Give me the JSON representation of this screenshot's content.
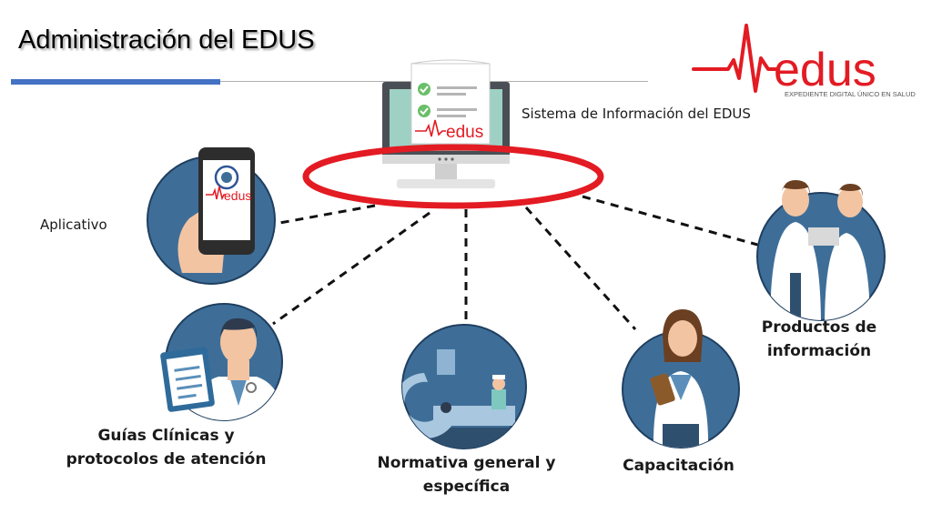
{
  "slide": {
    "title": "Administración del EDUS"
  },
  "logo": {
    "word": "edus",
    "tagline": "EXPEDIENTE DIGITAL ÚNICO EN SALUD"
  },
  "center": {
    "label": "Sistema de Información del EDUS",
    "screen_logo": "edus"
  },
  "nodes": {
    "app": {
      "label": "Aplicativo",
      "phone_logo": "edus"
    },
    "guides": {
      "label": "Guías Clínicas y protocolos de atención"
    },
    "norm": {
      "label": "Normativa general y específica"
    },
    "training": {
      "label": "Capacitación"
    },
    "products": {
      "label": "Productos de información"
    }
  },
  "colors": {
    "accent_red": "#e31b23",
    "title_blue": "#4472c4",
    "circle_blue": "#3e6e98",
    "circle_light": "#7fa8c9"
  }
}
